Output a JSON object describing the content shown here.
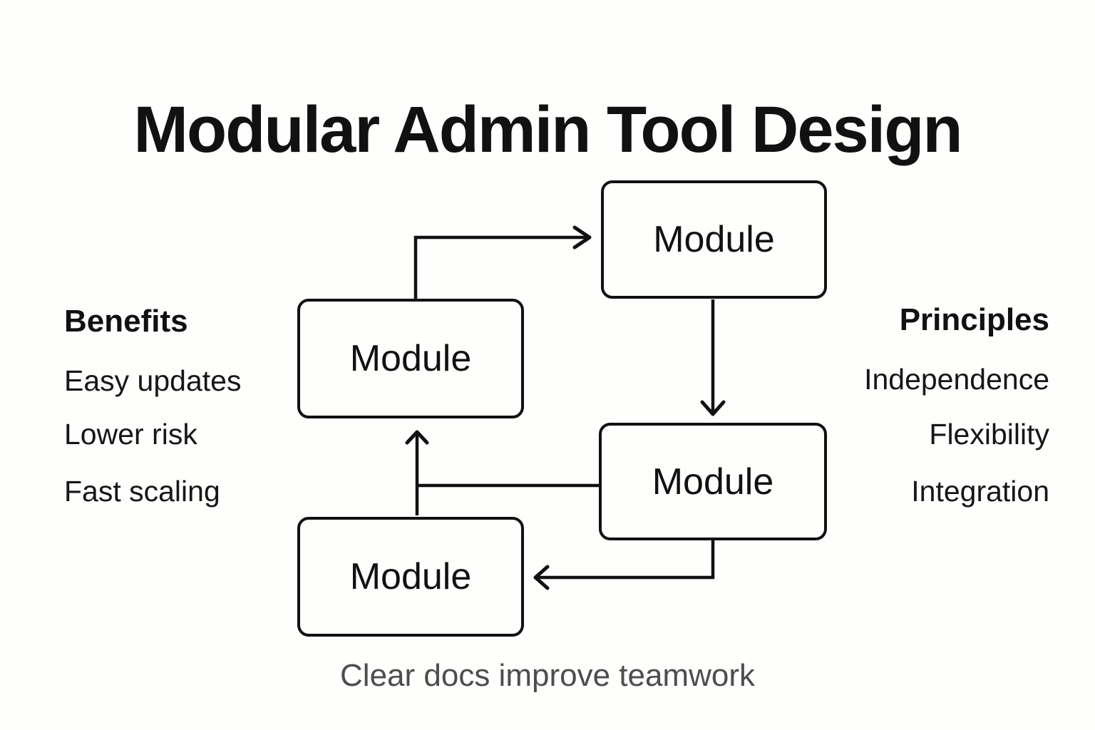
{
  "title": "Modular Admin Tool Design",
  "colors": {
    "background": "#fefefc",
    "line": "#111111",
    "text": "#111111",
    "caption_text": "#4d4d4d"
  },
  "diagram": {
    "modules": [
      {
        "id": "module-top",
        "label": "Module"
      },
      {
        "id": "module-left-mid",
        "label": "Module"
      },
      {
        "id": "module-right-mid",
        "label": "Module"
      },
      {
        "id": "module-bottom",
        "label": "Module"
      }
    ],
    "connections": [
      {
        "from": "module-left-mid",
        "to": "module-top",
        "direction": "up-then-right"
      },
      {
        "from": "module-top",
        "to": "module-right-mid",
        "direction": "down"
      },
      {
        "from": "module-right-mid",
        "to": "module-left-mid",
        "direction": "left-then-up"
      },
      {
        "from": "module-bottom",
        "to": "module-left-mid",
        "direction": "up"
      },
      {
        "from": "module-right-mid",
        "to": "module-bottom",
        "direction": "down-then-left"
      }
    ]
  },
  "benefits": {
    "heading": "Benefits",
    "items": [
      "Easy updates",
      "Lower risk",
      "Fast scaling"
    ]
  },
  "principles": {
    "heading": "Principles",
    "items": [
      "Independence",
      "Flexibility",
      "Integration"
    ]
  },
  "caption": "Clear docs improve teamwork"
}
